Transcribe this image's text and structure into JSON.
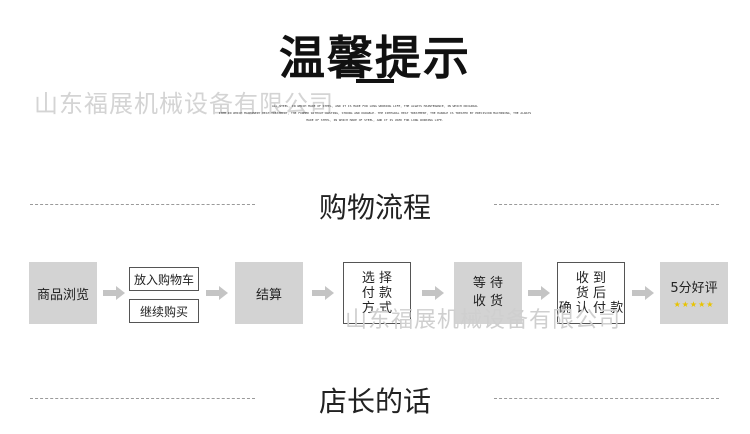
{
  "header": {
    "title": "温馨提示",
    "fine_print": [
      "ALL STEEL, IN WHICH MADE OF STEEL, AND IT IS MADE FOR LONG WORKING LIFE, THE ALWAYS MAINTENANCE, IN WHICH ORIGINAL",
      "ITEM IN WHICH MACHINERY HEAT TREATMENT, THE FORMED WITHOUT CASTING, STRONG AND DURABLE. THE INTEGRAL HEAT TREATMENT, THE HANDLE IS TREATED BY PRECISION MACHINING, THE ALWAYS",
      "MADE OF STEEL, IN WHICH MADE OF STEEL, AND IT IS USED FOR LONG WORKING LIFE."
    ]
  },
  "watermark": "山东福展机械设备有限公司",
  "purchase_flow": {
    "heading": "购物流程",
    "steps": {
      "browse": "商品浏览",
      "add_to_cart": "放入购物车",
      "continue_shopping": "继续购买",
      "checkout": "结算",
      "payment_line1": "选 择",
      "payment_line2": "付 款",
      "payment_line3": "方 式",
      "wait_line1": "等 待",
      "wait_line2": "收 货",
      "receive_line1": "收 到",
      "receive_line2": "货 后",
      "receive_line3": "确 认 付 款",
      "rate": "5分好评",
      "rate_stars": "★★★★★"
    }
  },
  "shop_words": {
    "heading": "店长的话"
  },
  "colors": {
    "box_gray": "#d3d3d3",
    "arrow_gray": "#c4c4c4",
    "star": "#e8c300",
    "watermark": "#d4d4d4"
  }
}
